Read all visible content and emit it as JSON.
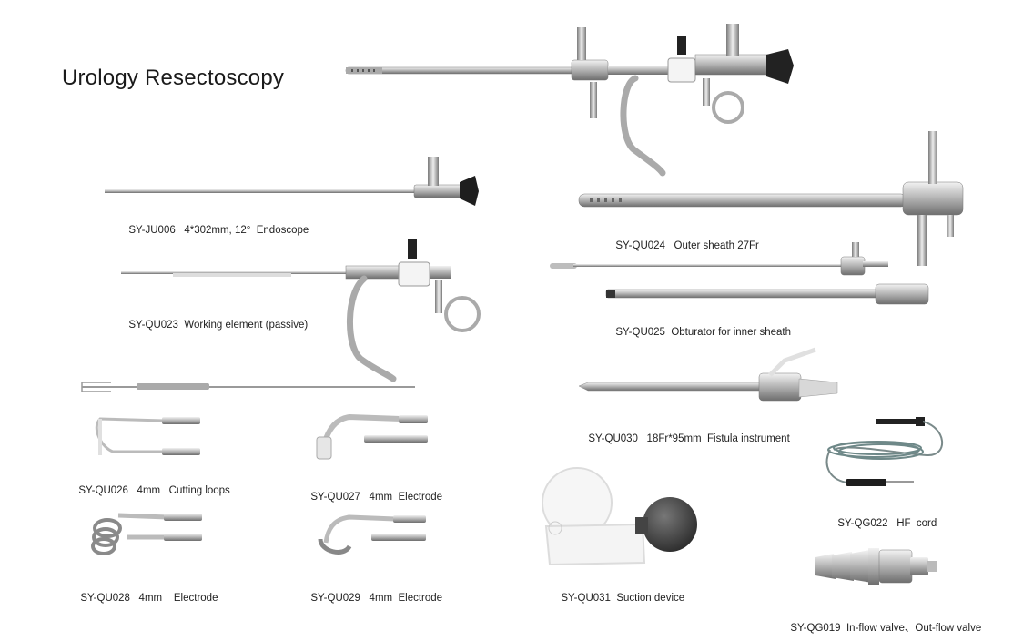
{
  "page": {
    "title": "Urology Resectoscopy"
  },
  "products": [
    {
      "code": "SY-JU006",
      "desc": "4*302mm, 12°  Endoscope",
      "icon": "endoscope"
    },
    {
      "code": "SY-QU023",
      "desc": "Working element (passive)",
      "icon": "working-element"
    },
    {
      "code": "SY-QU024",
      "desc": "Outer sheath 27Fr",
      "icon": "outer-sheath"
    },
    {
      "code": "SY-QU025",
      "desc": "Obturator for inner sheath",
      "icon": "obturator"
    },
    {
      "code": "SY-QU030",
      "desc": "18Fr*95mm  Fistula instrument",
      "icon": "fistula-instrument"
    },
    {
      "code": "SY-QU026",
      "desc": "4mm   Cutting loops",
      "icon": "cutting-loop"
    },
    {
      "code": "SY-QU027",
      "desc": "4mm  Electrode",
      "icon": "roller-electrode"
    },
    {
      "code": "SY-QU028",
      "desc": "4mm    Electrode",
      "icon": "coil-electrode"
    },
    {
      "code": "SY-QU029",
      "desc": "4mm  Electrode",
      "icon": "loop-electrode"
    },
    {
      "code": "SY-QU031",
      "desc": "Suction device",
      "icon": "suction-bulb"
    },
    {
      "code": "SY-QG022",
      "desc": "HF  cord",
      "icon": "hf-cord"
    },
    {
      "code": "SY-QG019",
      "desc": "In-flow valve、Out-flow valve",
      "icon": "flow-valve"
    }
  ]
}
